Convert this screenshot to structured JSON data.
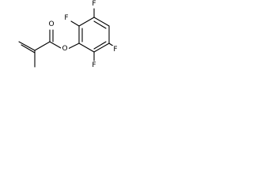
{
  "molecule": {
    "atoms": {
      "fluorine_2": "F",
      "fluorine_3": "F",
      "fluorine_5": "F",
      "fluorine_6": "F",
      "ester_oxygen": "O",
      "carbonyl_oxygen": "O"
    },
    "colors": {
      "bond": "#000000",
      "label": "#000000",
      "background": "#ffffff"
    }
  }
}
